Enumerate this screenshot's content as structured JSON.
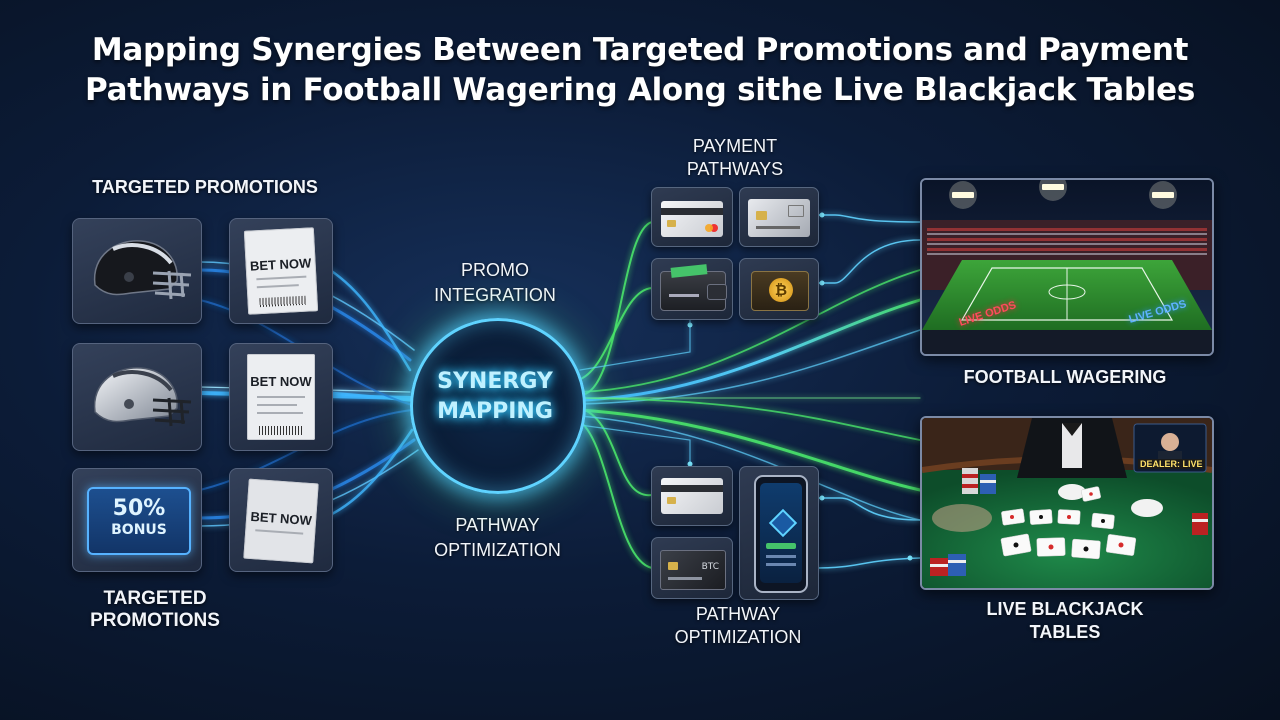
{
  "title": {
    "line1": "Mapping Synergies Between Targeted Promotions and Payment",
    "line2": "Pathways in Football Wagering Along sithe Live Blackjack Tables"
  },
  "labels": {
    "targeted_promotions_top": "TARGETED PROMOTIONS",
    "targeted_promotions_bottom_1": "TARGETED",
    "targeted_promotions_bottom_2": "PROMOTIONS",
    "promo_integration_1": "PROMO",
    "promo_integration_2": "INTEGRATION",
    "pathway_optimization_mid_1": "PATHWAY",
    "pathway_optimization_mid_2": "OPTIMIZATION",
    "payment_pathways_1": "PAYMENT",
    "payment_pathways_2": "PATHWAYS",
    "pathway_optimization_bottom_1": "PATHWAY",
    "pathway_optimization_bottom_2": "OPTIMIZATION",
    "football_wagering": "FOOTBALL WAGERING",
    "live_blackjack_1": "LIVE BLACKJACK",
    "live_blackjack_2": "TABLES"
  },
  "hub": {
    "line1": "SYNERGY",
    "line2": "MAPPING"
  },
  "promo_tiles": [
    {
      "icon": "football-helmet-dark-icon",
      "slip": "BET NOW"
    },
    {
      "icon": "football-helmet-silver-icon",
      "slip": "BET NOW"
    },
    {
      "icon": "bonus-ticket-icon",
      "ticket_value": "50%",
      "ticket_label": "BONUS",
      "slip": "BET NOW"
    }
  ],
  "payment_tiles": [
    {
      "icon": "credit-card-icon"
    },
    {
      "icon": "credit-card-silver-icon"
    },
    {
      "icon": "wallet-icon"
    },
    {
      "icon": "crypto-wallet-icon"
    }
  ],
  "optimization_tiles": [
    {
      "icon": "credit-card-icon"
    },
    {
      "icon": "mobile-payment-icon"
    },
    {
      "icon": "dark-card-icon",
      "card_text": "BTC"
    }
  ],
  "stadium_signs": {
    "left": "LIVE ODDS",
    "right": "LIVE ODDS"
  },
  "blackjack_sign": "DEALER: LIVE",
  "colors": {
    "blue_glow": "#3fb6ff",
    "green_glow": "#49e36a",
    "background": "#0c1c38"
  }
}
